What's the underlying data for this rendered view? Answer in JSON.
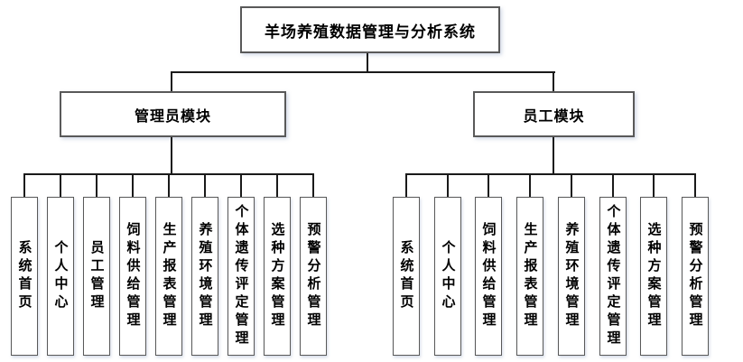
{
  "diagram": {
    "type": "org-tree",
    "root": "羊场养殖数据管理与分析系统",
    "modules": [
      {
        "label": "管理员模块",
        "children": [
          "系统首页",
          "个人中心",
          "员工管理",
          "饲料供给管理",
          "生产报表管理",
          "养殖环境管理",
          "个体遗传评定管理",
          "选种方案管理",
          "预警分析管理"
        ]
      },
      {
        "label": "员工模块",
        "children": [
          "系统首页",
          "个人中心",
          "饲料供给管理",
          "生产报表管理",
          "养殖环境管理",
          "个体遗传评定管理",
          "选种方案管理",
          "预警分析管理"
        ]
      }
    ],
    "colors": {
      "background": "#ffffff",
      "box_fill": "#ffffff",
      "box_border": "#595959",
      "connector": "#1a1a1a",
      "text": "#000000"
    }
  }
}
